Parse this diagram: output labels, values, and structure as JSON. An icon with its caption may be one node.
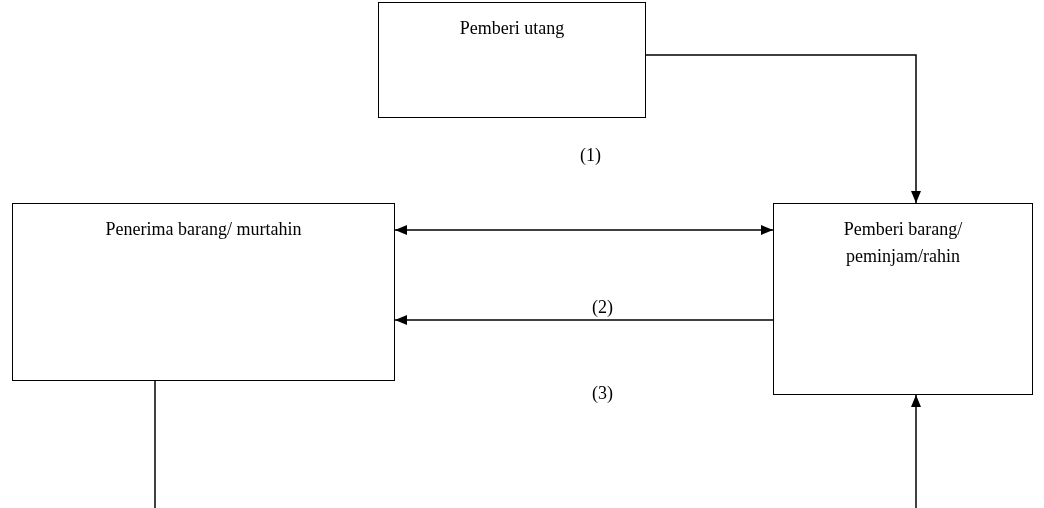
{
  "diagram": {
    "nodes": [
      {
        "text": [
          "Pemberi utang"
        ]
      },
      {
        "text": [
          "Penerima barang/ murtahin"
        ]
      },
      {
        "text": [
          "Pemberi barang/ peminjam/rahin"
        ]
      }
    ],
    "edges": [
      {
        "from": 0,
        "to": 2,
        "arrow": "to"
      },
      {
        "from": 1,
        "to": 2,
        "arrow": "both"
      },
      {
        "from": 2,
        "to": 1,
        "arrow": "to"
      },
      {
        "from": 1,
        "to": null,
        "arrow": "none"
      },
      {
        "from": null,
        "to": 2,
        "arrow": "to"
      }
    ],
    "labels": [
      "(1)",
      "(2)",
      "(3)"
    ]
  }
}
